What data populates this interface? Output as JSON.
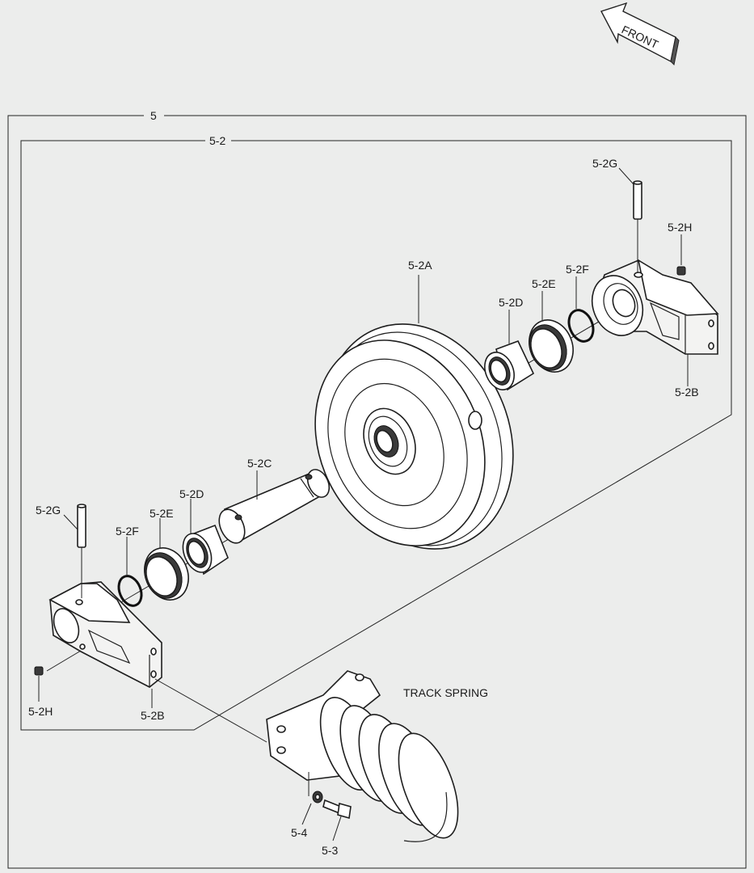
{
  "direction_arrow": {
    "label": "FRONT"
  },
  "assembly": {
    "outer_group": "5",
    "inner_group": "5-2"
  },
  "labels": {
    "idler_wheel": "5-2A",
    "shaft": "5-2C",
    "collar_right": "5-2D",
    "seal_right": "5-2E",
    "oring_right": "5-2F",
    "pin_right": "5-2G",
    "plug_right": "5-2H",
    "bracket_right": "5-2B",
    "collar_left": "5-2D",
    "seal_left": "5-2E",
    "oring_left": "5-2F",
    "pin_left": "5-2G",
    "plug_left": "5-2H",
    "bracket_left": "5-2B",
    "track_spring": "TRACK SPRING",
    "washer": "5-4",
    "bolt": "5-3"
  }
}
